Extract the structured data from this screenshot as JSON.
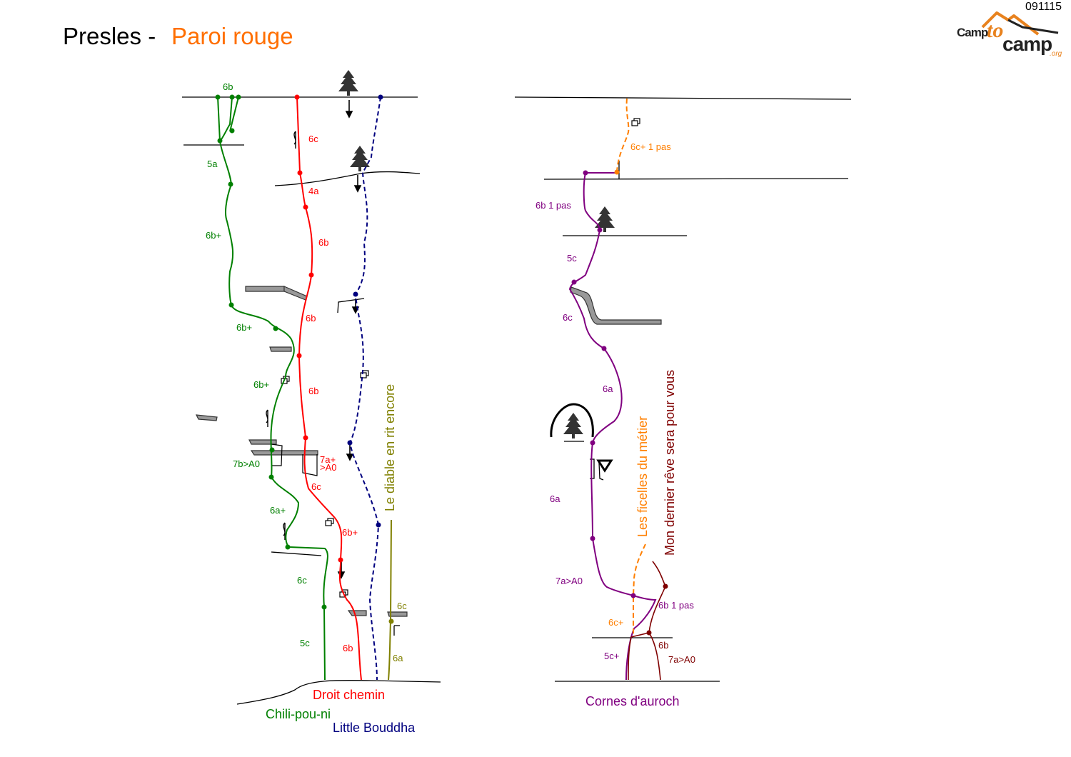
{
  "title": {
    "crag": "Presles -",
    "sector": "Paroi rouge"
  },
  "code": "091115",
  "logo": {
    "camp": "Camp",
    "to": "to",
    "camp2": "camp",
    "org": ".org"
  },
  "colors": {
    "green": "#008000",
    "red": "#ff0000",
    "blue": "#00007f",
    "olive": "#808000",
    "purple": "#800080",
    "orange": "#ff7f00",
    "maroon": "#7f0000",
    "ledge": "#999999"
  },
  "routes": {
    "chili": {
      "name": "Chili-pou-ni",
      "grades": [
        "6b",
        "5a",
        "6b+",
        "6b+",
        "6b+",
        "7b>A0",
        "6a+",
        "6c",
        "5c"
      ]
    },
    "droit": {
      "name": "Droit chemin",
      "grades": [
        "6c",
        "4a",
        "6b",
        "6b",
        "6b",
        "7a+",
        ">A0",
        "6c",
        "6b+",
        "6b"
      ]
    },
    "bouddha": {
      "name": "Little Bouddha"
    },
    "diable": {
      "name": "Le diable en rit encore",
      "grades": [
        "6c",
        "6a"
      ]
    },
    "cornes": {
      "name": "Cornes d'auroch",
      "grades": [
        "6b 1 pas",
        "5c",
        "6c",
        "6a",
        "6a",
        "7a>A0",
        "6b 1 pas",
        "5c+"
      ]
    },
    "ficelles": {
      "name": "Les ficelles du métier",
      "grades": [
        "6c+ 1 pas",
        "6c+"
      ]
    },
    "reve": {
      "name": "Mon dernier rêve sera pour vous",
      "grades": [
        "6b",
        "7a>A0"
      ]
    }
  }
}
